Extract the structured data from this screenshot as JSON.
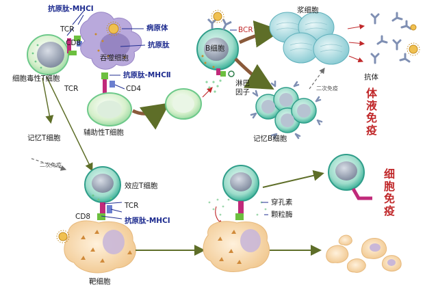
{
  "labels": {
    "antigen_mhc1_top": "抗原肽-MHCⅠ",
    "tcr_top": "TCR",
    "cd8_top": "CD8",
    "pathogen": "病原体",
    "antigen_peptide": "抗原肽",
    "phagocyte": "吞噬细胞",
    "cytotoxic_t": "细胞毒性T细胞",
    "antigen_mhc2": "抗原肽-MHCⅡ",
    "tcr_mid": "TCR",
    "cd4": "CD4",
    "helper_t": "辅助性T细胞",
    "b_cell": "B细胞",
    "bcr": "BCR",
    "lymphokine": "淋巴因子",
    "plasma_cell": "浆细胞",
    "antibody": "抗体",
    "secondary_immune_1": "二次免疫",
    "memory_b": "记忆B细胞",
    "memory_t": "记忆T细胞",
    "secondary_immune_2": "二次免疫",
    "effector_t": "效应T细胞",
    "tcr_bottom": "TCR",
    "cd8_bottom": "CD8",
    "antigen_mhc1_bottom": "抗原肽-MHCⅠ",
    "perforin": "穿孔素",
    "granzyme": "颗粒酶",
    "target_cell": "靶细胞"
  },
  "sections": {
    "humoral": "体液免疫",
    "cellular": "细胞免疫"
  },
  "colors": {
    "cell_fill": "#d9f0cf",
    "cell_edge": "#6dc98a",
    "nucleus": "#9aa6b8",
    "phagocyte": "#b6a6d8",
    "target": "#f6d9a8",
    "arrow": "#8a5a3a",
    "arrow_olive": "#5e6e28",
    "antibody": "#7f8fb3",
    "red_text": "#c0282a",
    "blue_text": "#1d2b8f"
  }
}
